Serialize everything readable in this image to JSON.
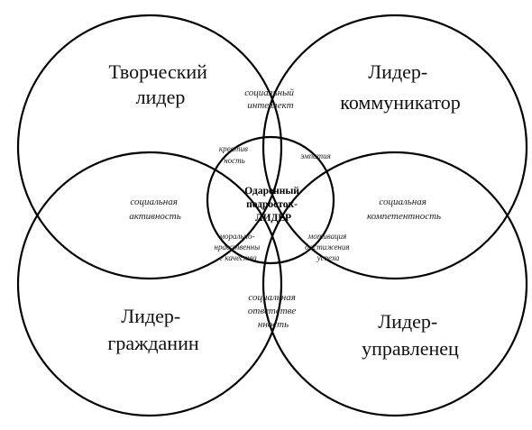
{
  "quadrants": {
    "top_left": [
      "Творческий",
      "лидер"
    ],
    "top_right": [
      "Лидер-",
      "коммуникатор"
    ],
    "bottom_left": [
      "Лидер-",
      "гражданин"
    ],
    "bottom_right": [
      "Лидер-",
      "управленец"
    ]
  },
  "overlaps": {
    "top": [
      "социальный",
      "интеллект"
    ],
    "left": [
      "социальная",
      "активность"
    ],
    "right": [
      "социальная",
      "компетентность"
    ],
    "bottom": [
      "социальная",
      "ответстве",
      "нность"
    ]
  },
  "triples": {
    "upper_left": [
      "креатив",
      "ность"
    ],
    "upper_right": [
      "эмпатия"
    ],
    "lower_left": [
      "морально-",
      "нравственны",
      "е качества"
    ],
    "lower_right": [
      "мотивация",
      "достижения",
      "успеха"
    ]
  },
  "center": [
    "Одаренный",
    "подросток-",
    "ЛИДЕР"
  ]
}
